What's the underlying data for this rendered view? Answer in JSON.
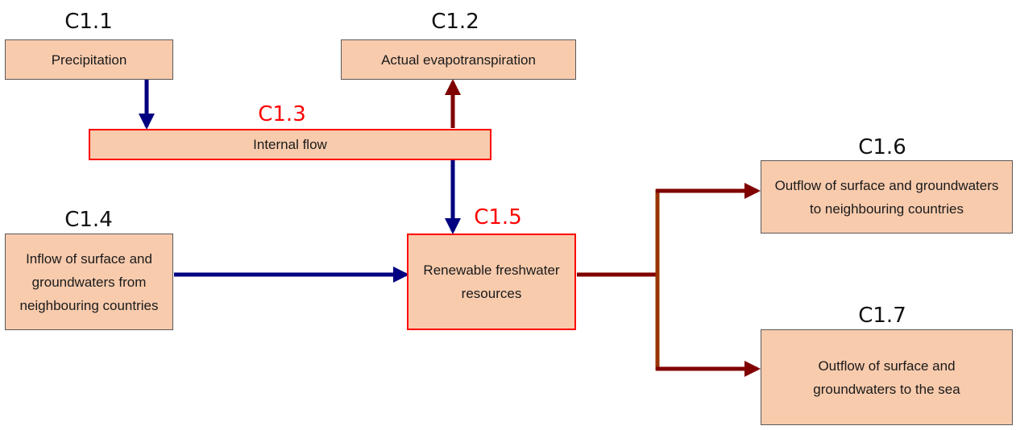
{
  "diagram": {
    "colors": {
      "box_fill": "#f8cbad",
      "box_border": "#595959",
      "highlight": "#ff0000",
      "inflow_arrow": "#000080",
      "outflow_arrow": "#800000",
      "fork_trunk": "#993300"
    },
    "nodes": [
      {
        "id": "C1.1",
        "code": "C1.1",
        "label": "Precipitation",
        "highlighted": false
      },
      {
        "id": "C1.2",
        "code": "C1.2",
        "label": "Actual evapotranspiration",
        "highlighted": false
      },
      {
        "id": "C1.3",
        "code": "C1.3",
        "label": "Internal flow",
        "highlighted": true
      },
      {
        "id": "C1.4",
        "code": "C1.4",
        "label": "Inflow of surface and groundwaters from neighbouring countries",
        "highlighted": false
      },
      {
        "id": "C1.5",
        "code": "C1.5",
        "label": "Renewable freshwater resources",
        "highlighted": true
      },
      {
        "id": "C1.6",
        "code": "C1.6",
        "label": "Outflow of surface and groundwaters to neighbouring countries",
        "highlighted": false
      },
      {
        "id": "C1.7",
        "code": "C1.7",
        "label": "Outflow of surface and groundwaters to the sea",
        "highlighted": false
      }
    ],
    "edges": [
      {
        "from": "C1.1",
        "to": "C1.3",
        "type": "inflow"
      },
      {
        "from": "C1.3",
        "to": "C1.2",
        "type": "outflow"
      },
      {
        "from": "C1.3",
        "to": "C1.5",
        "type": "inflow"
      },
      {
        "from": "C1.4",
        "to": "C1.5",
        "type": "inflow"
      },
      {
        "from": "C1.5",
        "to": "C1.6",
        "type": "outflow"
      },
      {
        "from": "C1.5",
        "to": "C1.7",
        "type": "outflow"
      }
    ]
  }
}
